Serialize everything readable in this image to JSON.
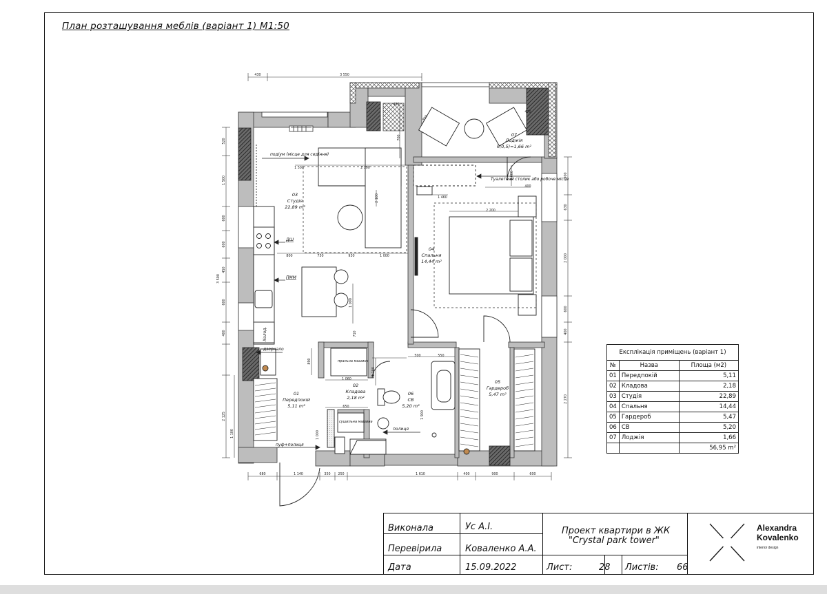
{
  "title": "План розташування меблів (варіант 1) М1:50",
  "rooms": {
    "studio": {
      "num": "03",
      "name": "Студія",
      "area": "22,89 m²"
    },
    "bedroom": {
      "num": "04",
      "name": "Спальня",
      "area": "14,44 m²"
    },
    "hall": {
      "num": "01",
      "name": "Передпокій",
      "area": "5,11 m²"
    },
    "storage": {
      "num": "02",
      "name": "Кладова",
      "area": "2,18 m²"
    },
    "bath": {
      "num": "06",
      "name": "СВ",
      "area": "5,20 m²"
    },
    "wardrobe": {
      "num": "05",
      "name": "Гардероб",
      "area": "5,47 m²"
    },
    "loggia": {
      "num": "07",
      "name": "Лоджія",
      "area": "k(0,5)=1,66 m²"
    }
  },
  "labels": {
    "podium": "подіум (місце для сидіння)",
    "dressing_table": "Туалетний столик або робоче місце",
    "dw": "ПММ",
    "oven": "ДШ",
    "fridge": "Холод.",
    "mirror": "дзеркало",
    "washer": "пральна машина",
    "dryer": "сушильна машина",
    "pouf": "пуф+полиця",
    "shelf": "полиця"
  },
  "dimensions": {
    "top": [
      "430",
      "3 550"
    ],
    "bottom": [
      "680",
      "1 140",
      "350",
      "250",
      "1 610",
      "400",
      "900",
      "600"
    ],
    "left": [
      "520",
      "1 500",
      "600",
      "600",
      "450",
      "600",
      "400",
      "3 500",
      "2 125",
      "1 100"
    ],
    "right": [
      "900",
      "630",
      "2 000",
      "600",
      "400",
      "2 270"
    ],
    "inner": [
      "1 500",
      "2 100",
      "2 100",
      "800",
      "750",
      "930",
      "1 000",
      "1 460",
      "2 200",
      "1 000",
      "400",
      "890",
      "1 060",
      "650",
      "500",
      "550",
      "1 100",
      "1 000",
      "710",
      "1 900",
      "700",
      "850",
      "1 000",
      "430",
      "470"
    ]
  },
  "explication": {
    "caption": "Експлікація приміщень (варіант 1)",
    "headers": [
      "№",
      "Назва",
      "Площа (м2)"
    ],
    "rows": [
      {
        "n": "01",
        "name": "Передпокій",
        "area": "5,11"
      },
      {
        "n": "02",
        "name": "Кладова",
        "area": "2,18"
      },
      {
        "n": "03",
        "name": "Студія",
        "area": "22,89"
      },
      {
        "n": "04",
        "name": "Спальня",
        "area": "14,44"
      },
      {
        "n": "05",
        "name": "Гардероб",
        "area": "5,47"
      },
      {
        "n": "06",
        "name": "СВ",
        "area": "5,20"
      },
      {
        "n": "07",
        "name": "Лоджія",
        "area": "1,66"
      }
    ],
    "total": "56,95 m²"
  },
  "stamp": {
    "executed_label": "Виконала",
    "executed_value": "Ус А.І.",
    "checked_label": "Перевірила",
    "checked_value": "Коваленко А.А.",
    "date_label": "Дата",
    "date_value": "15.09.2022",
    "project": "Проект квартири в ЖК",
    "project_name": "\"Crystal park tower\"",
    "sheet_label": "Лист:",
    "sheet_value": "28",
    "sheets_label": "Листів:",
    "sheets_value": "66"
  },
  "brand": {
    "name_line1": "Alexandra",
    "name_line2": "Kovalenko",
    "subtitle": "interior design"
  }
}
